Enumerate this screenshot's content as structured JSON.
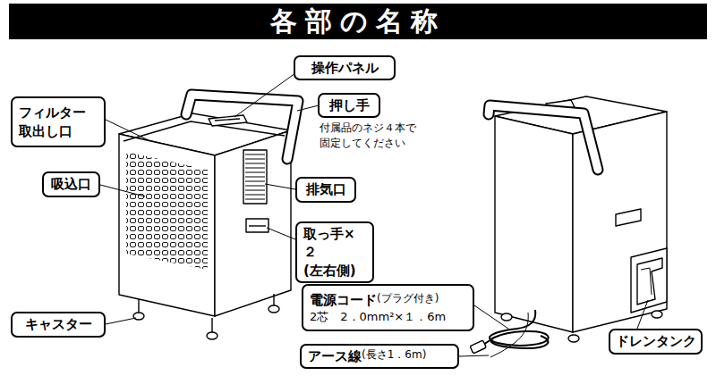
{
  "diagram": {
    "title": "各部の名称",
    "nodes": [
      {
        "text": [
          "操作パネル"
        ]
      },
      {
        "text": [
          "押し手"
        ]
      },
      {
        "text": [
          "フィルター 取出し口"
        ]
      },
      {
        "text": [
          "吸込口"
        ]
      },
      {
        "text": [
          "排気口"
        ]
      },
      {
        "text": [
          "取っ手×２ (左右側)"
        ]
      },
      {
        "text": [
          "キャスター"
        ]
      },
      {
        "text": [
          "電源コード",
          "(プラグ付き)",
          "2芯　2．0mm²×１．6m"
        ]
      },
      {
        "text": [
          "アース線",
          "(長さ1．6m)"
        ]
      },
      {
        "text": [
          "ドレンタンク"
        ]
      }
    ],
    "labels": [
      "付属品のネジ４本で 固定してください"
    ]
  }
}
